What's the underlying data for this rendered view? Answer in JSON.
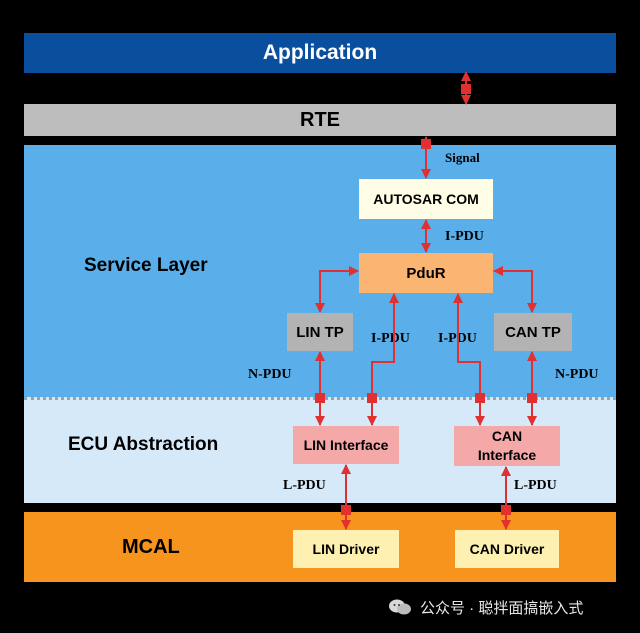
{
  "layers": {
    "application": "Application",
    "rte": "RTE",
    "service": "Service Layer",
    "ecu": "ECU Abstraction",
    "mcal": "MCAL"
  },
  "modules": {
    "autosar_com": "AUTOSAR COM",
    "pdur": "PduR",
    "lin_tp": "LIN TP",
    "can_tp": "CAN TP",
    "lin_interface": "LIN Interface",
    "can_interface_line1": "CAN",
    "can_interface_line2": "Interface",
    "lin_driver": "LIN Driver",
    "can_driver": "CAN Driver"
  },
  "pdu_labels": {
    "signal": "Signal",
    "i_pdu": "I-PDU",
    "n_pdu": "N-PDU",
    "l_pdu": "L-PDU"
  },
  "watermark": {
    "text": "公众号 · 聪拌面搞嵌入式",
    "icon": "wechat-icon"
  },
  "colors": {
    "application": "#0a4f9e",
    "rte": "#bdbdbd",
    "service_layer": "#5aaeea",
    "ecu_layer": "#d6e9f8",
    "mcal_layer": "#f7941d",
    "arrow": "#e03030"
  }
}
